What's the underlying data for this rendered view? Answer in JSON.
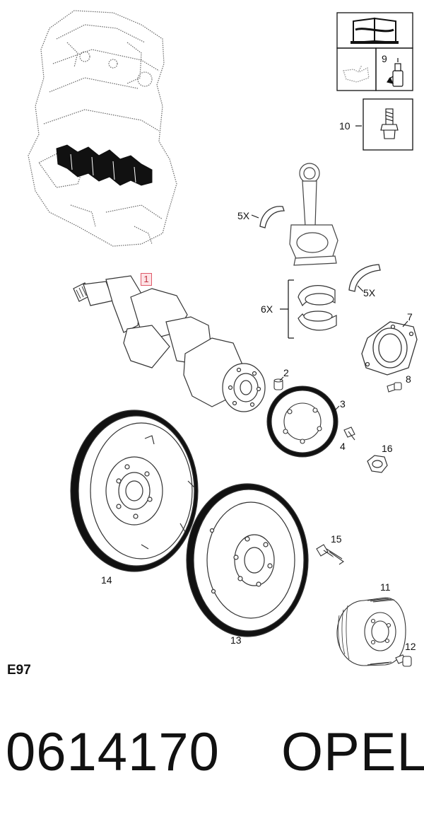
{
  "diagram": {
    "labels": {
      "crankshaft": "1",
      "sensor_screw": "2",
      "reluctor_ring": "3",
      "ring_bolt": "4",
      "rod_bearing_qty": "5X",
      "rod_bearing_qty_2": "5X",
      "main_bearing_qty": "6X",
      "rear_seal": "7",
      "seal_bolt": "8",
      "lubricant": "9",
      "bolt_box": "10",
      "pulley": "11",
      "pulley_bolt": "12",
      "flywheel_single": "13",
      "flywheel_dual_mass": "14",
      "flywheel_bolt": "15",
      "nut": "16"
    },
    "section_code": "E97"
  },
  "footer": {
    "part_number": "0614170",
    "brand": "OPEL"
  }
}
